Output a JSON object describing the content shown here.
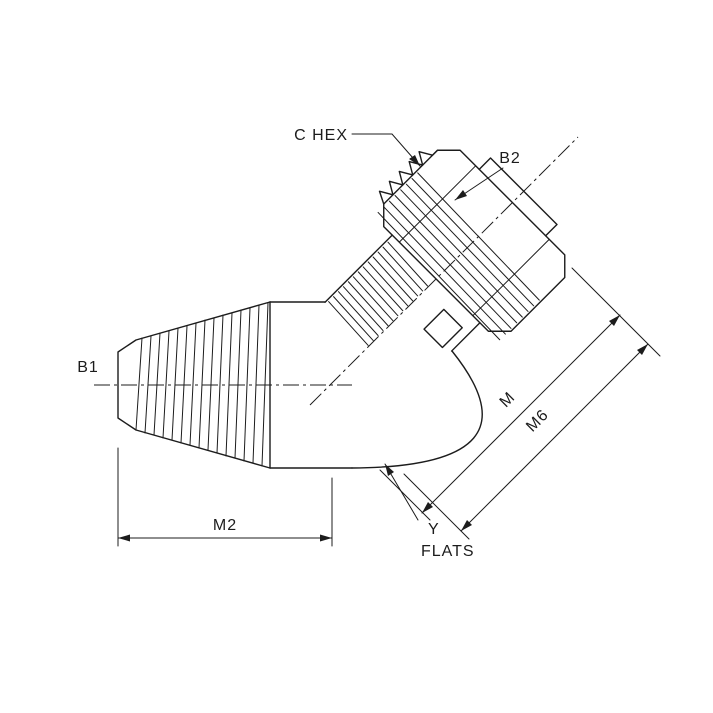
{
  "labels": {
    "c_hex": "C HEX",
    "b2": "B2",
    "b1": "B1",
    "m": "M",
    "m6": "M6",
    "m2": "M2",
    "y_flats_line1": "Y",
    "y_flats_line2": "FLATS"
  },
  "colors": {
    "line": "#1c1c1c",
    "background": "#ffffff"
  }
}
